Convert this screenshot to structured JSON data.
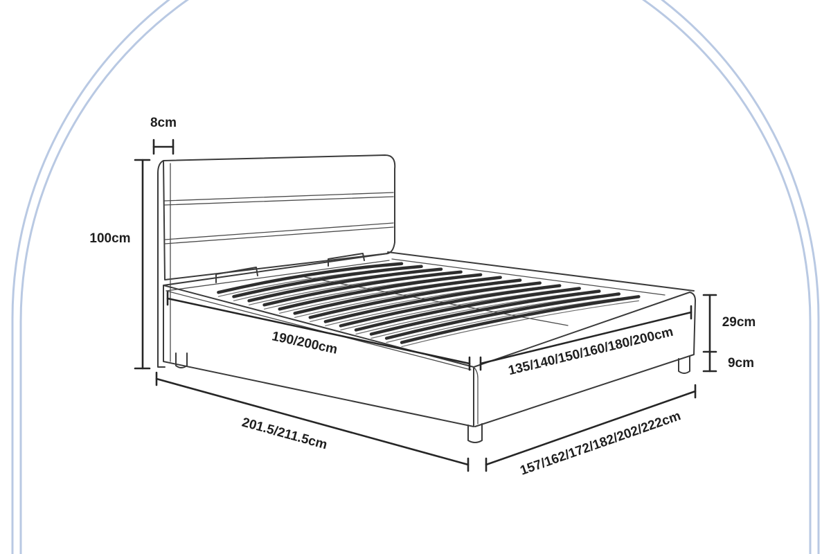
{
  "colors": {
    "arch": "#b9c9e3",
    "ink": "#262626"
  },
  "dimensions": {
    "headboard_thickness": "8cm",
    "headboard_height": "100cm",
    "mattress_length": "190/200cm",
    "mattress_width": "135/140/150/160/180/200cm",
    "side_height": "29cm",
    "leg_height": "9cm",
    "overall_length": "201.5/211.5cm",
    "overall_width": "157/162/172/182/202/222cm"
  }
}
